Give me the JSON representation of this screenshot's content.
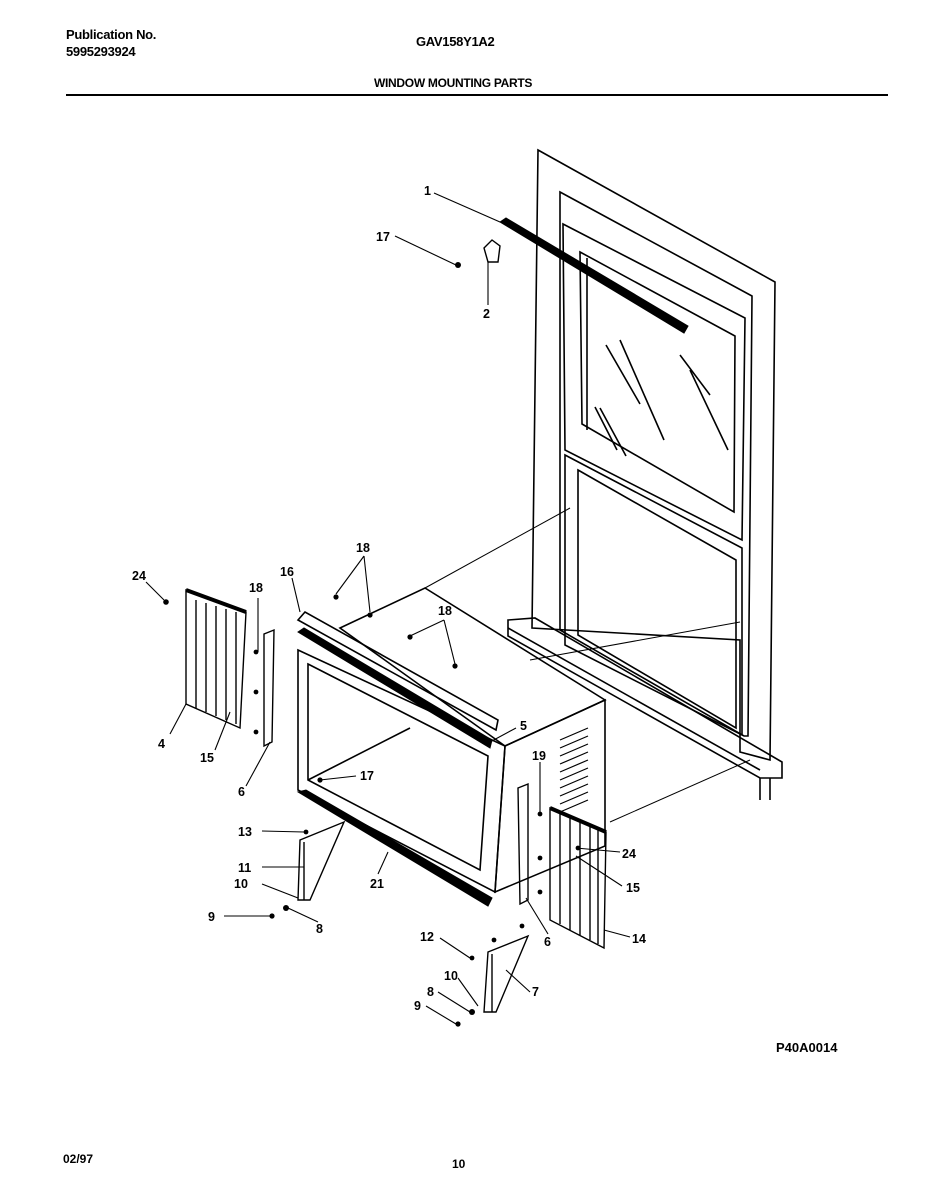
{
  "header": {
    "publication_label": "Publication No.",
    "publication_number": "5995293924",
    "model": "GAV158Y1A2",
    "section_title": "WINDOW MOUNTING PARTS"
  },
  "figure_id": "P40A0014",
  "footer": {
    "date": "02/97",
    "page_number": "10"
  },
  "callouts": {
    "c1": "1",
    "c17a": "17",
    "c2": "2",
    "c18a": "18",
    "c16": "16",
    "c18b": "18",
    "c18c": "18",
    "c24a": "24",
    "c4": "4",
    "c15a": "15",
    "c6a": "6",
    "c5": "5",
    "c17b": "17",
    "c13": "13",
    "c11": "11",
    "c10a": "10",
    "c9a": "9",
    "c8a": "8",
    "c21": "21",
    "c19": "19",
    "c24b": "24",
    "c15b": "15",
    "c6b": "6",
    "c14": "14",
    "c12": "12",
    "c10b": "10",
    "c8b": "8",
    "c9b": "9",
    "c7": "7"
  }
}
